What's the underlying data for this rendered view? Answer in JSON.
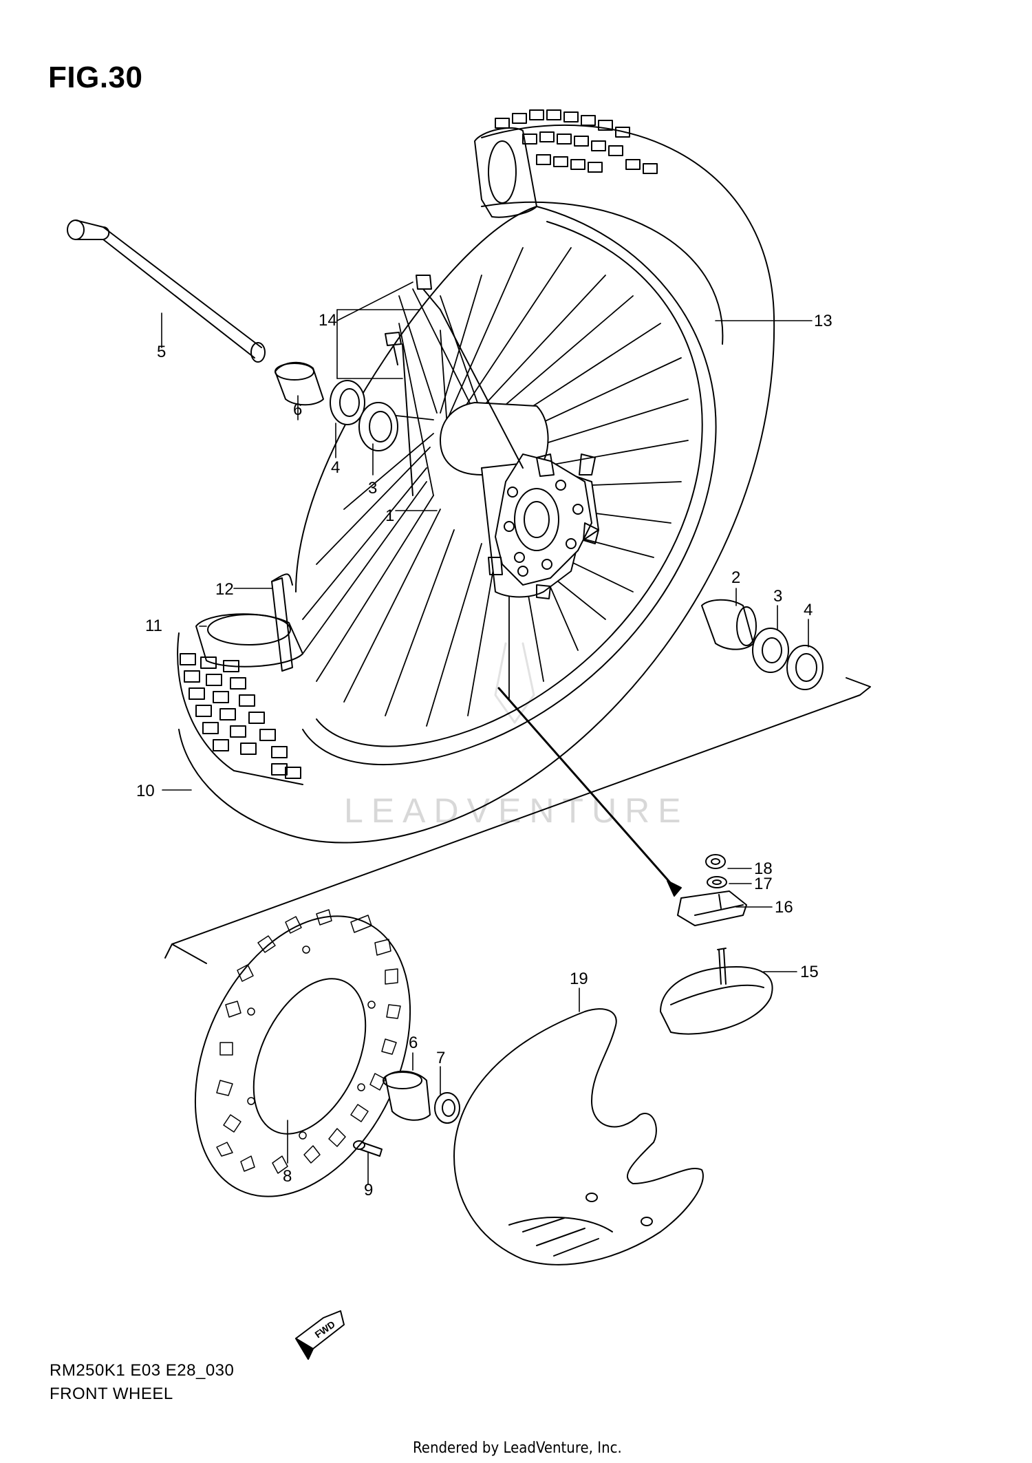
{
  "figure": {
    "title": "FIG.30",
    "code": "RM250K1  E03  E28_030",
    "name": "FRONT WHEEL",
    "rendered_by": "Rendered by LeadVenture, Inc.",
    "watermark": "LEADVENTURE",
    "fwd_label": "FWD"
  },
  "callouts": {
    "c1": "1",
    "c2": "2",
    "c3a": "3",
    "c3b": "3",
    "c4a": "4",
    "c4b": "4",
    "c5": "5",
    "c6a": "6",
    "c6b": "6",
    "c7": "7",
    "c8": "8",
    "c9": "9",
    "c10": "10",
    "c11": "11",
    "c12": "12",
    "c13": "13",
    "c14": "14",
    "c15": "15",
    "c16": "16",
    "c17": "17",
    "c18": "18",
    "c19": "19"
  }
}
